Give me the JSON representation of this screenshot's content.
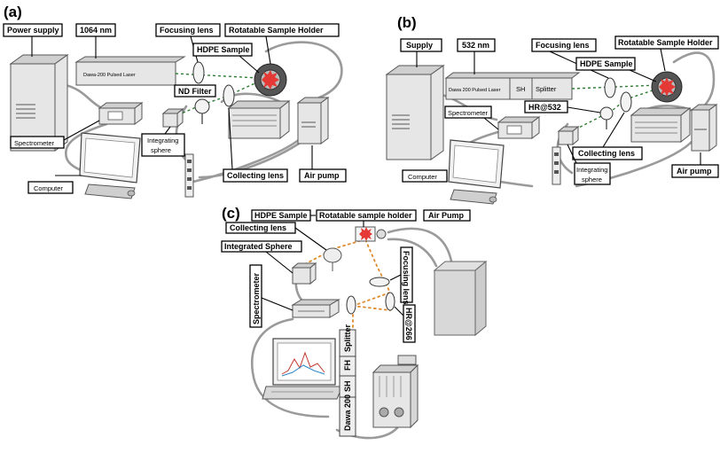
{
  "panels": {
    "a": {
      "tag": "(a)",
      "labels": {
        "power_supply": "Power supply",
        "wavelength": "1064 nm",
        "focusing_lens": "Focusing lens",
        "rotatable_holder": "Rotatable Sample Holder",
        "hdpe_sample": "HDPE Sample",
        "nd_filter": "ND Filter",
        "spectrometer": "Spectrometer",
        "integrating_sphere_1": "Integrating",
        "integrating_sphere_2": "sphere",
        "collecting_lens": "Collecting lens",
        "air_pump": "Air pump",
        "computer": "Computer",
        "laser_text": "Dawa-200 Pulsed Laser"
      }
    },
    "b": {
      "tag": "(b)",
      "labels": {
        "supply": "Supply",
        "wavelength": "532 nm",
        "focusing_lens": "Focusing lens",
        "rotatable_holder": "Rotatable Sample Holder",
        "hdpe_sample": "HDPE Sample",
        "hr_mirror": "HR@532",
        "spectrometer": "Spectrometer",
        "integrating_sphere_1": "Integrating",
        "integrating_sphere_2": "sphere",
        "collecting_lens": "Collecting lens",
        "air_pump": "Air pump",
        "computer": "Computer",
        "laser_text": "Dawa 200 Pulsed Laser",
        "sh_text": "SH",
        "splitter_text": "Splitter"
      }
    },
    "c": {
      "tag": "(c)",
      "labels": {
        "hdpe_sample": "HDPE Sample",
        "rotatable_holder": "Rotatable sample holder",
        "air_pump": "Air Pump",
        "collecting_lens": "Collecting lens",
        "integrated_sphere": "Integrated Sphere",
        "spectrometer": "Spectrometer",
        "focusing_lens": "Focusing lens",
        "hr_mirror": "HR@266",
        "module_splitter": "Splitter",
        "module_fh": "FH",
        "module_sh": "SH",
        "module_dawa": "Dawa 200"
      }
    }
  }
}
